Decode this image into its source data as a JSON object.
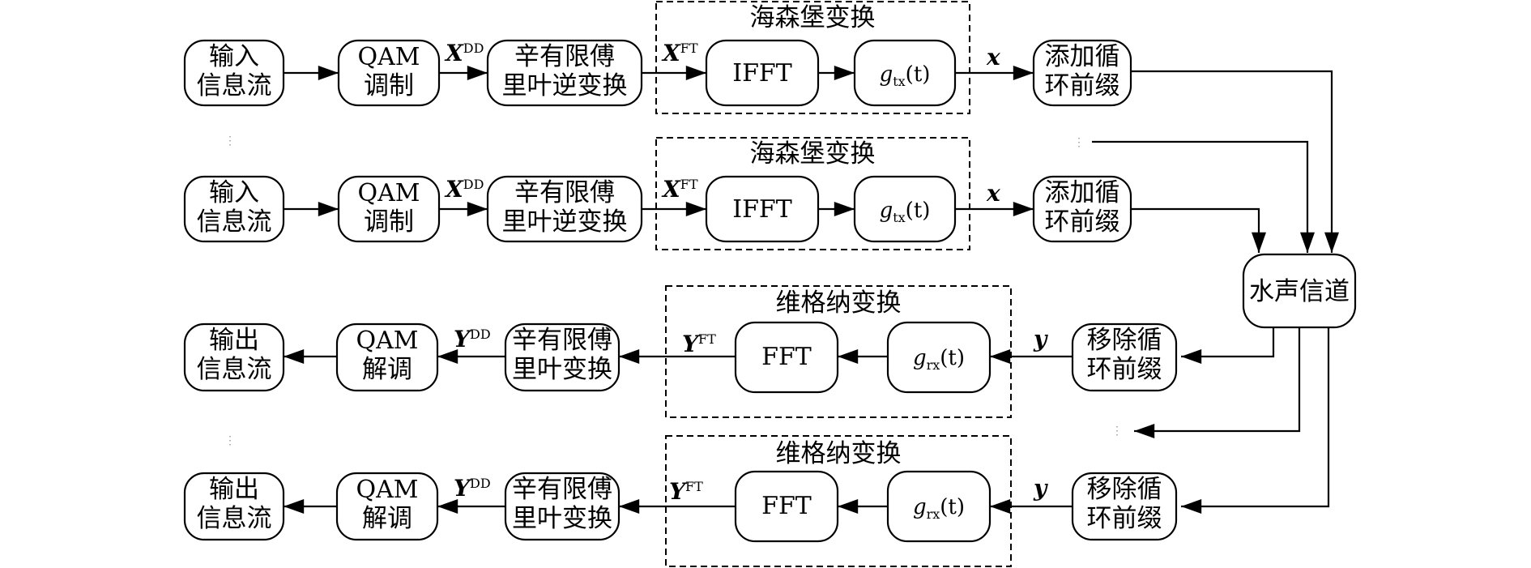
{
  "tx_rows": [
    {
      "input": [
        "输入",
        "信息流"
      ],
      "qam": [
        "QAM",
        "调制"
      ],
      "x_dd": {
        "base": "X",
        "sup": "DD"
      },
      "isfft": [
        "辛有限傅",
        "里叶逆变换"
      ],
      "heisenberg_label": "海森堡变换",
      "x_ft": {
        "base": "X",
        "sup": "FT"
      },
      "ifft": "IFFT",
      "gtx": {
        "g": "g",
        "sub": "tx",
        "arg": "(t)"
      },
      "x": "x",
      "cp": [
        "添加循",
        "环前缀"
      ]
    },
    {
      "input": [
        "输入",
        "信息流"
      ],
      "qam": [
        "QAM",
        "调制"
      ],
      "x_dd": {
        "base": "X",
        "sup": "DD"
      },
      "isfft": [
        "辛有限傅",
        "里叶逆变换"
      ],
      "heisenberg_label": "海森堡变换",
      "x_ft": {
        "base": "X",
        "sup": "FT"
      },
      "ifft": "IFFT",
      "gtx": {
        "g": "g",
        "sub": "tx",
        "arg": "(t)"
      },
      "x": "x",
      "cp": [
        "添加循",
        "环前缀"
      ]
    }
  ],
  "channel": "水声信道",
  "rx_rows": [
    {
      "output": [
        "输出",
        "信息流"
      ],
      "qam": [
        "QAM",
        "解调"
      ],
      "y_dd": {
        "base": "Y",
        "sup": "DD"
      },
      "sfft": [
        "辛有限傅",
        "里叶变换"
      ],
      "wigner_label": "维格纳变换",
      "y_ft": {
        "base": "Y",
        "sup": "FT"
      },
      "fft": "FFT",
      "grx": {
        "g": "g",
        "sub": "rx",
        "arg": "(t)"
      },
      "y": "y",
      "cp_remove": [
        "移除循",
        "环前缀"
      ]
    },
    {
      "output": [
        "输出",
        "信息流"
      ],
      "qam": [
        "QAM",
        "解调"
      ],
      "y_dd": {
        "base": "Y",
        "sup": "DD"
      },
      "sfft": [
        "辛有限傅",
        "里叶变换"
      ],
      "wigner_label": "维格纳变换",
      "y_ft": {
        "base": "Y",
        "sup": "FT"
      },
      "fft": "FFT",
      "grx": {
        "g": "g",
        "sub": "rx",
        "arg": "(t)"
      },
      "y": "y",
      "cp_remove": [
        "移除循",
        "环前缀"
      ]
    }
  ],
  "ellipsis": "⋮"
}
